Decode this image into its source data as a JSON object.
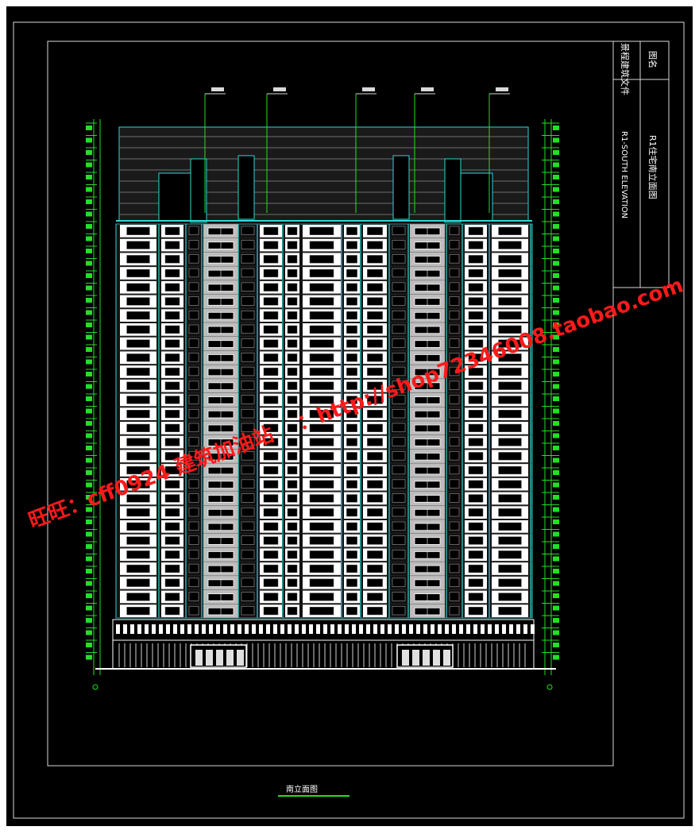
{
  "title_block": {
    "label": "图名",
    "drawing_name_cn": "R1住宅南立面图",
    "drawing_name_en": "R1-SOUTH ELEVATION",
    "note": "景程建筑文件"
  },
  "bottom_caption": "南立面图",
  "watermark": {
    "line1": "旺旺：cff0924  建筑加油站",
    "line2": "：http://shop72346008.taobao.com"
  },
  "building": {
    "floors": 28,
    "colors": {
      "frame": "#2fd6d6",
      "window_white": "#ffffff",
      "panel_grey": "#bdbdbd",
      "dimension_green": "#22e022",
      "background": "#000000",
      "sheet_border": "#d9d9d9",
      "watermark_red": "#ff1a1a"
    }
  }
}
